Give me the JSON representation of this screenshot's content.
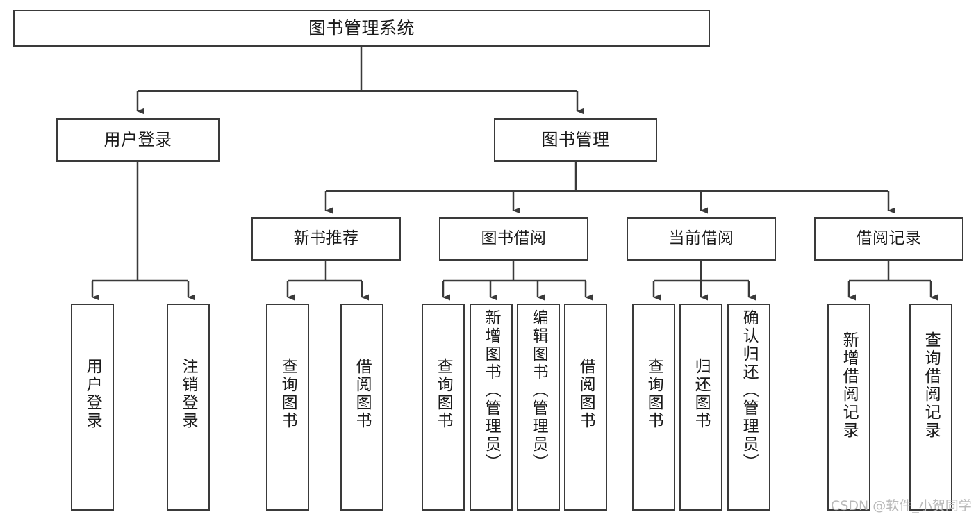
{
  "diagram": {
    "title": "图书管理系统",
    "root": {
      "label": "图书管理系统"
    },
    "level2": [
      {
        "label": "用户登录"
      },
      {
        "label": "图书管理"
      }
    ],
    "level3": [
      {
        "label": "新书推荐"
      },
      {
        "label": "图书借阅"
      },
      {
        "label": "当前借阅"
      },
      {
        "label": "借阅记录"
      }
    ],
    "leaves": [
      {
        "label": "用户登录"
      },
      {
        "label": "注销登录"
      },
      {
        "label": "查询图书"
      },
      {
        "label": "借阅图书"
      },
      {
        "label": "查询图书"
      },
      {
        "label": "新增图书（管理员）"
      },
      {
        "label": "编辑图书（管理员）"
      },
      {
        "label": "借阅图书"
      },
      {
        "label": "查询图书"
      },
      {
        "label": "归还图书"
      },
      {
        "label": "确认归还（管理员）"
      },
      {
        "label": "新增借阅记录"
      },
      {
        "label": "查询借阅记录"
      }
    ]
  },
  "watermark": {
    "text": "CSDN @软件_小贺同学"
  },
  "colors": {
    "stroke": "#3a3a3a",
    "box_fill": "#ffffff",
    "text": "#1a1a1a",
    "watermark": "#b9b9b9",
    "background": "#ffffff"
  }
}
